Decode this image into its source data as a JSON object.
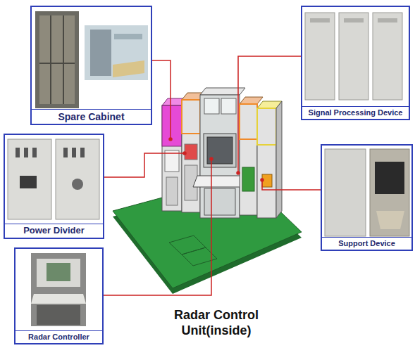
{
  "diagram": {
    "nodes": [
      {
        "text": [
          "Spare Cabinet"
        ]
      },
      {
        "text": [
          "Signal Processing Device"
        ]
      },
      {
        "text": [
          "Power Divider"
        ]
      },
      {
        "text": [
          "Support Device"
        ]
      },
      {
        "text": [
          "Radar Controller"
        ]
      }
    ],
    "labels": [
      "Radar Control Unit(inside)"
    ]
  }
}
